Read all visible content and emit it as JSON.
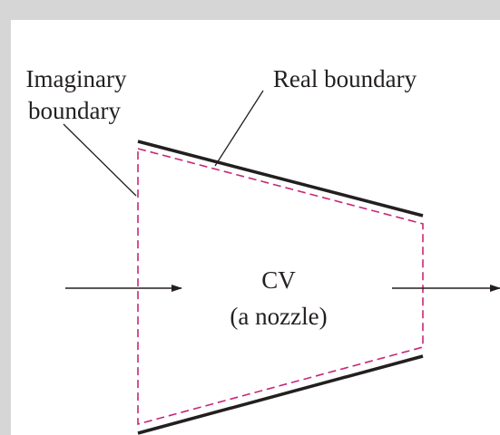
{
  "labels": {
    "imaginary_line1": "Imaginary",
    "imaginary_line2": "boundary",
    "real": "Real boundary",
    "cv": "CV",
    "cv_sub": "(a nozzle)"
  },
  "colors": {
    "background_outer": "#d6d6d6",
    "canvas": "#ffffff",
    "real_boundary": "#231f20",
    "imaginary_boundary": "#c8267a",
    "text": "#231f20"
  }
}
